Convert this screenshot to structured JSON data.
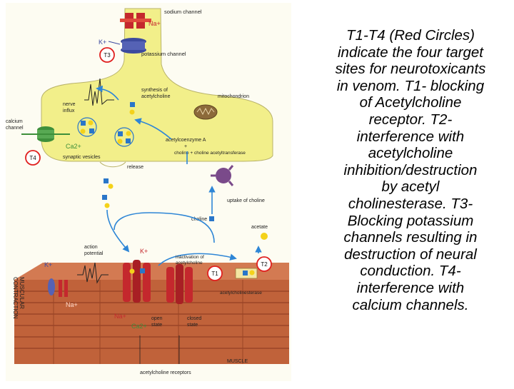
{
  "caption": "T1-T4 (Red Circles)\nindicate the four target\nsites for neurotoxicants\nin venom. T1- blocking\nof Acetylcholine\nreceptor. T2-\ninterference with\nacetylcholine\ninhibition/destruction\nby acetyl\ncholinesterase. T3-\nBlocking potassium\nchannels resulting in\ndestruction of neural\nconduction. T4-\ninterference with\ncalcium channels.",
  "targets": {
    "t1": "T1",
    "t2": "T2",
    "t3": "T3",
    "t4": "T4"
  },
  "ions": {
    "k": "K+",
    "na": "Na+",
    "ca": "Ca2+"
  },
  "labels": {
    "sodium_channel": "sodium channel",
    "potassium_channel": "potassium channel",
    "nerve_influx_1": "nerve",
    "nerve_influx_2": "influx",
    "synthesis_1": "synthesis of",
    "synthesis_2": "acetylcholine",
    "mitochondrion": "mitochondrion",
    "calcium_channel_1": "calcium",
    "calcium_channel_2": "channel",
    "synaptic_vesicles": "synaptic vesicles",
    "release": "release",
    "acetylcoenzyme": "acetylcoenzyme A",
    "plus": "+",
    "choline_acetyltransferase": "choline + choline acetyltransferase",
    "uptake_choline": "uptake of choline",
    "choline": "choline",
    "acetate": "acetate",
    "action_potential_1": "action",
    "action_potential_2": "potential",
    "inactivation_1": "inactivation of",
    "inactivation_2": "acetylcholine",
    "acetylcholinesterase": "acetylcholinesterase",
    "open_state_1": "open",
    "open_state_2": "state",
    "closed_state_1": "closed",
    "closed_state_2": "state",
    "muscle": "MUSCLE",
    "receptors": "acetylcholine receptors",
    "muscular_contraction_1": "MUSCULAR",
    "muscular_contraction_2": "CONTRACTION"
  },
  "colors": {
    "terminal": "#f2ef8a",
    "muscle": "#c0623a",
    "muscle_stripe": "#9a4527",
    "acetylcholine": "#f4d21a",
    "choline": "#2a76c9",
    "arrow": "#2e86d6",
    "target_circle": "#e0201f",
    "receptor": "#c4282d",
    "potassium_channel": "#3c4a9e",
    "calcium_channel": "#3d8f3a"
  }
}
